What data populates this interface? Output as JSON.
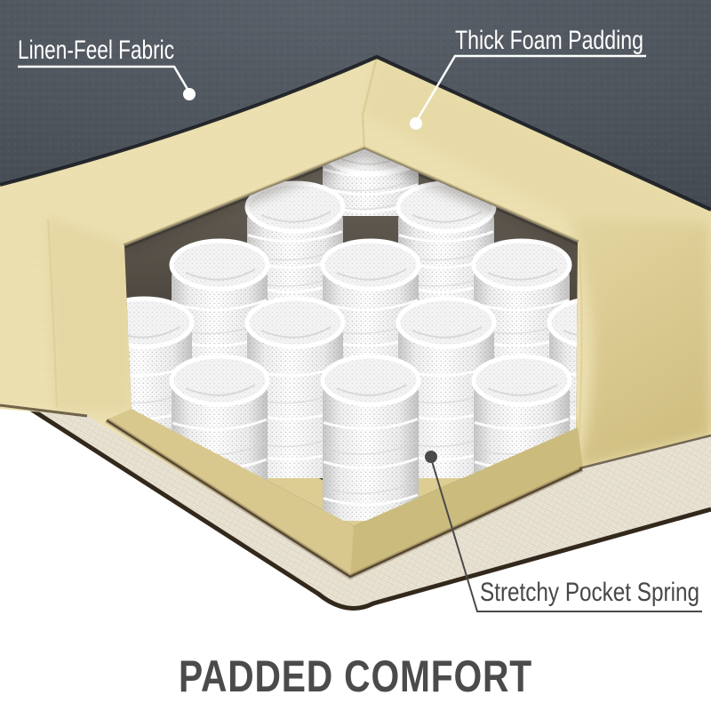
{
  "image_type": "mattress-cutaway-product-diagram",
  "title": {
    "text": "PADDED COMFORT",
    "color": "#4b4b4b"
  },
  "callouts": {
    "linen": {
      "text": "Linen-Feel Fabric",
      "color": "#ffffff"
    },
    "foam": {
      "text": "Thick Foam Padding",
      "color": "#ffffff"
    },
    "spring": {
      "text": "Stretchy Pocket Spring",
      "color": "#474747"
    }
  },
  "palette": {
    "background": "#ffffff",
    "fabric_gray": "#4f555d",
    "fabric_edge": "#1e2126",
    "foam_cream": "#ece0b1",
    "foam_shade": "#d3c283",
    "pad_front_left": "#d8c88e",
    "pad_front_right": "#cbbb7d",
    "spring_white": "#f4f4f4",
    "mesh_dot": "#9a9a9a",
    "cavity_shadow": "#4a443c",
    "base_fabric": "#eae4d6",
    "base_edge": "#33281c",
    "leader_white": "#ffffff",
    "leader_dark": "#4a4a4a"
  }
}
